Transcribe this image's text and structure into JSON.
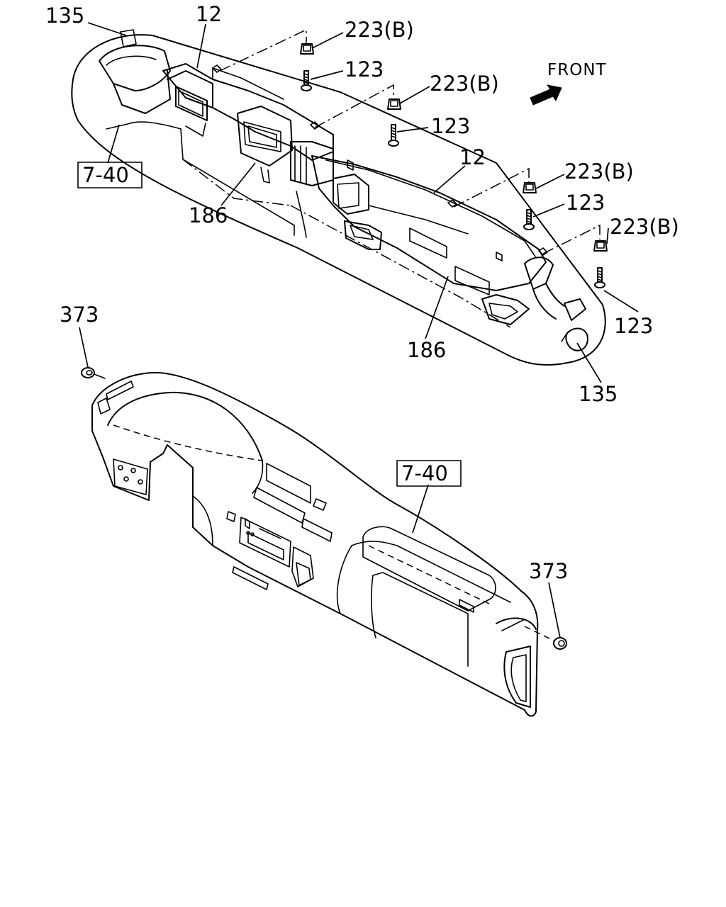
{
  "front_label": "FRONT",
  "labels": {
    "p135_top": "135",
    "p12_top": "12",
    "p223b_1": "223(B)",
    "p123_1": "123",
    "p223b_2": "223(B)",
    "p123_2": "123",
    "p12_mid": "12",
    "p223b_3": "223(B)",
    "p123_3": "123",
    "p223b_4": "223(B)",
    "p123_4": "123",
    "ref_740_top": "7-40",
    "p186_left": "186",
    "p186_right": "186",
    "p135_right": "135",
    "p373_left": "373",
    "ref_740_bottom": "7-40",
    "p373_right": "373"
  }
}
